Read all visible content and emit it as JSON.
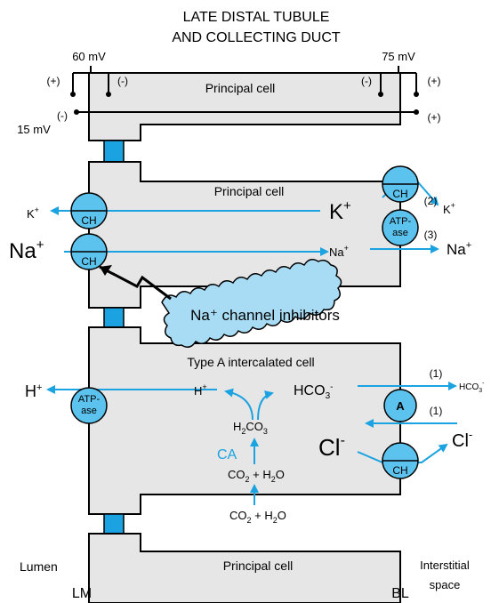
{
  "title_line1": "LATE DISTAL TUBULE",
  "title_line2": "AND COLLECTING DUCT",
  "voltages": {
    "left": "60 mV",
    "right": "75 mV",
    "mid": "15 mV",
    "plus": "(+)",
    "minus": "(-)"
  },
  "cells": {
    "principal_top": "Principal cell",
    "principal_mid": "Principal cell",
    "intercalated": "Type A intercalated cell",
    "principal_bottom": "Principal cell"
  },
  "transporters": {
    "ch": "CH",
    "atpase_line1": "ATP-",
    "atpase_line2": "ase",
    "anion_exchanger": "A"
  },
  "ions": {
    "k": "K",
    "na": "Na",
    "plus_sup": "+",
    "minus_sup": "-",
    "h": "H",
    "hco3": "HCO",
    "cl": "Cl",
    "co2": "CO",
    "h2o": "H",
    "ca": "CA"
  },
  "numbers": {
    "n1": "(1)",
    "n2": "(2)",
    "n3": "(3)"
  },
  "inhibitor": "Na⁺ channel inhibitors",
  "labels": {
    "lumen": "Lumen",
    "interstitial1": "Interstitial",
    "interstitial2": "space",
    "lm": "LM",
    "bl": "BL"
  },
  "colors": {
    "cyan": "#1aa3e0",
    "cell_fill": "#e6e6e6"
  }
}
